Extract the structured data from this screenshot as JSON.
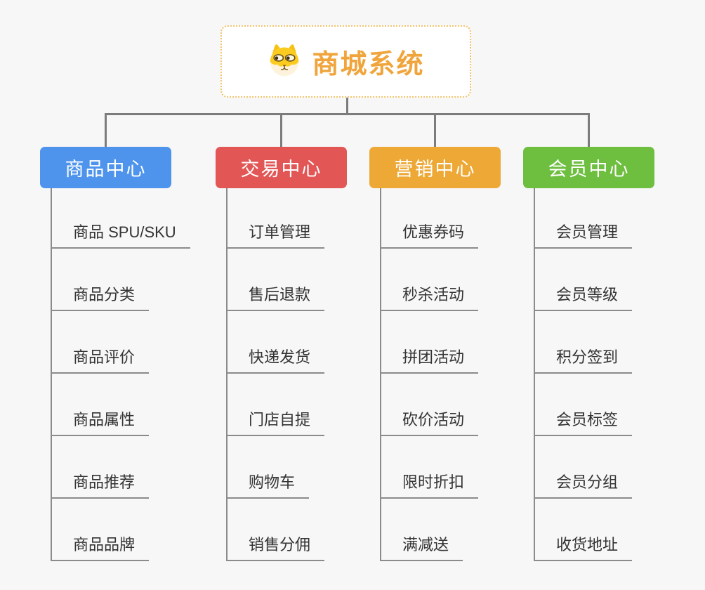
{
  "background_color": "#f7f7f7",
  "connector_color": "#7c7c7c",
  "branch_line_color": "#8b8b8b",
  "item_text_color": "#333333",
  "root": {
    "title": "商城系统",
    "title_color": "#f0a53c",
    "border_color": "#f2c36b",
    "icon": "dog-face-icon"
  },
  "branches": [
    {
      "label": "商品中心",
      "color": "#4e94ec",
      "items": [
        "商品 SPU/SKU",
        "商品分类",
        "商品评价",
        "商品属性",
        "商品推荐",
        "商品品牌"
      ]
    },
    {
      "label": "交易中心",
      "color": "#e25655",
      "items": [
        "订单管理",
        "售后退款",
        "快递发货",
        "门店自提",
        "购物车",
        "销售分佣"
      ]
    },
    {
      "label": "营销中心",
      "color": "#eda836",
      "items": [
        "优惠券码",
        "秒杀活动",
        "拼团活动",
        "砍价活动",
        "限时折扣",
        "满减送"
      ]
    },
    {
      "label": "会员中心",
      "color": "#6ebe40",
      "items": [
        "会员管理",
        "会员等级",
        "积分签到",
        "会员标签",
        "会员分组",
        "收货地址"
      ]
    }
  ]
}
